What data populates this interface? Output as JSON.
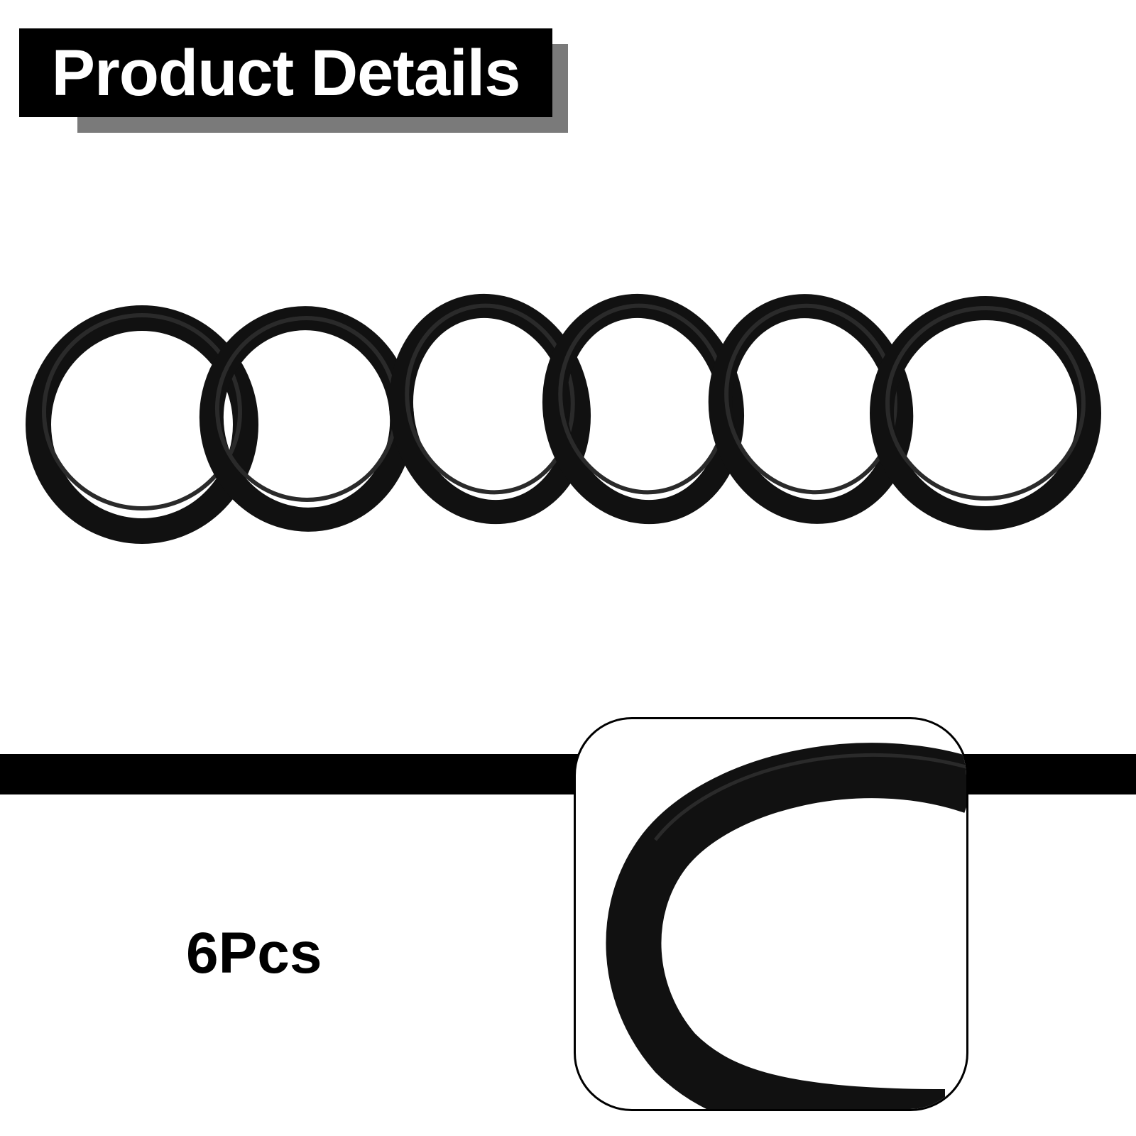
{
  "header": {
    "title": "Product Details"
  },
  "product": {
    "quantity_label": "6Pcs",
    "item_icon": "rubber-ring",
    "ring_count": 6,
    "ring_color": "#111111"
  },
  "colors": {
    "background": "#ffffff",
    "title_bg": "#000000",
    "title_text": "#ffffff",
    "title_shadow": "#7a7a7a",
    "band": "#000000"
  }
}
